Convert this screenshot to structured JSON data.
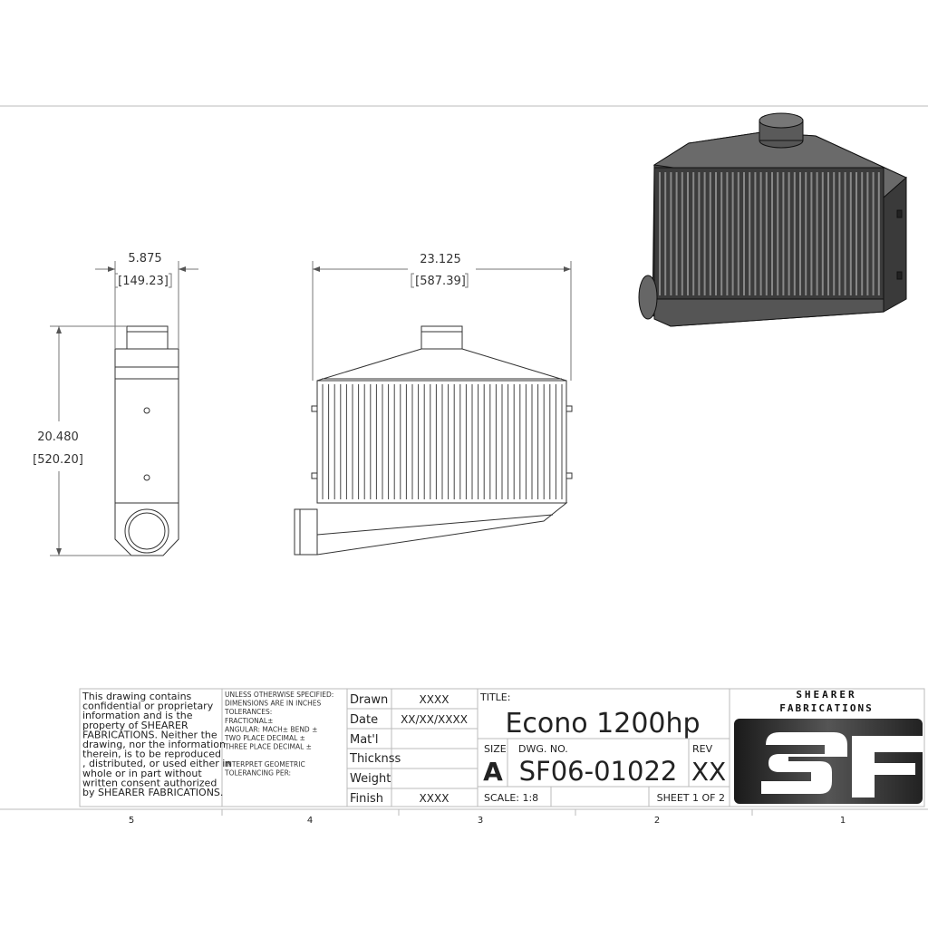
{
  "views": {
    "side": {
      "width_in": "5.875",
      "width_mm": "[149.23]",
      "height_in": "20.480",
      "height_mm": "[520.20]"
    },
    "front": {
      "width_in": "23.125",
      "width_mm": "[587.39]"
    }
  },
  "zones": [
    "5",
    "4",
    "3",
    "2",
    "1"
  ],
  "title_block": {
    "notice": [
      "This drawing contains",
      "confidential or proprietary",
      "information and is the",
      "property of SHEARER",
      "FABRICATIONS. Neither the",
      "drawing, nor the information",
      "therein, is to be reproduced",
      ", distributed, or used either in",
      "whole or in part without",
      "written consent authorized",
      "by SHEARER FABRICATIONS."
    ],
    "tolerances": [
      "UNLESS OTHERWISE SPECIFIED:",
      "DIMENSIONS ARE IN INCHES",
      "TOLERANCES:",
      "FRACTIONAL±",
      "ANGULAR: MACH±    BEND ±",
      "TWO PLACE DECIMAL    ±",
      "THREE PLACE DECIMAL  ±",
      "",
      "INTERPRET GEOMETRIC",
      "TOLERANCING PER:"
    ],
    "fields": [
      {
        "label": "Drawn",
        "value": "XXXX"
      },
      {
        "label": "Date",
        "value": "XX/XX/XXXX"
      },
      {
        "label": "Mat'l",
        "value": ""
      },
      {
        "label": "Thicknss",
        "value": ""
      },
      {
        "label": "Weight",
        "value": ""
      },
      {
        "label": "Finish",
        "value": "XXXX"
      }
    ],
    "title_label": "TITLE:",
    "title": "Econo 1200hp",
    "size_label": "SIZE",
    "size": "A",
    "dwg_no_label": "DWG.  NO.",
    "dwg_no": "SF06-01022",
    "rev_label": "REV",
    "rev": "XX",
    "scale": "SCALE: 1:8",
    "sheet": "SHEET 1 OF 2",
    "logo": {
      "line1": "SHEARER",
      "line2": "FABRICATIONS",
      "mark": "SF"
    }
  }
}
